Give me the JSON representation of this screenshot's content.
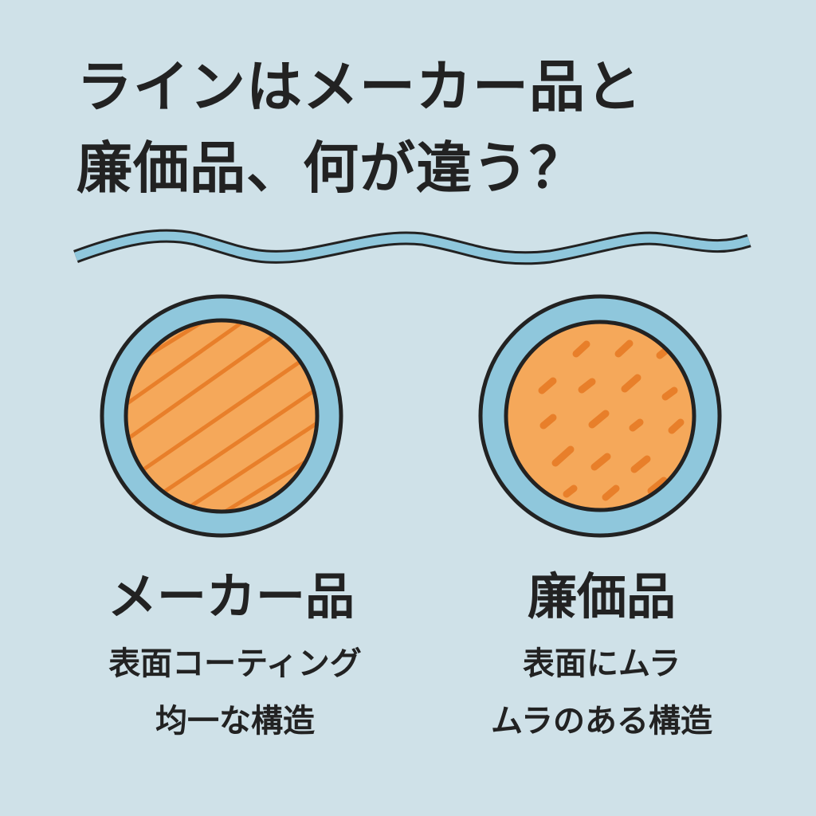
{
  "title": {
    "line1": "ラインはメーカー品と",
    "line2": "廉価品、何が違う？"
  },
  "colors": {
    "background": "#cfe1e8",
    "coating": "#8fc7dc",
    "core": "#f5a85a",
    "core_pattern": "#e87f2a",
    "outline": "#222222"
  },
  "left": {
    "name": "メーカー品",
    "desc1": "表面コーティング",
    "desc2": "均一な構造",
    "pattern": "uniform-diagonal-stripes"
  },
  "right": {
    "name": "廉価品",
    "desc1": "表面にムラ",
    "desc2": "ムラのある構造",
    "pattern": "irregular-dashes"
  }
}
